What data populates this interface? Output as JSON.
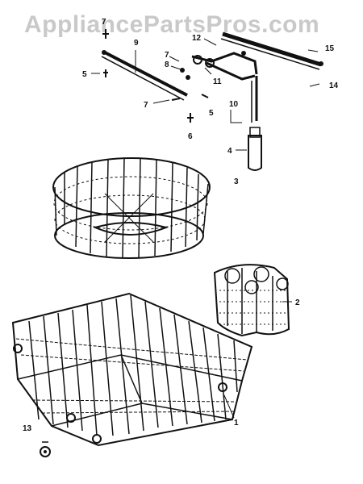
{
  "watermark": "AppliancePartsPros.com",
  "callouts": {
    "c1": "1",
    "c2": "2",
    "c3": "3",
    "c4": "4",
    "c5a": "5",
    "c5b": "5",
    "c6": "6",
    "c7a": "7",
    "c7b": "7",
    "c7c": "7",
    "c8": "8",
    "c9": "9",
    "c10": "10",
    "c11": "11",
    "c12": "12",
    "c13": "13",
    "c14": "14",
    "c15": "15"
  },
  "colors": {
    "ink": "#111111",
    "background": "#ffffff",
    "watermark": "#c9c9c9"
  }
}
